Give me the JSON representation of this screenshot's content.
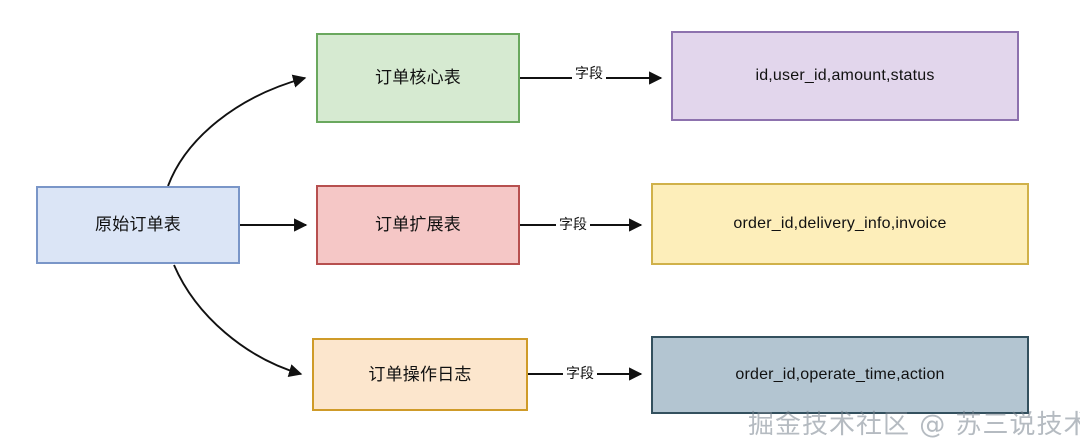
{
  "diagram": {
    "type": "flow-diagram",
    "background": "#ffffff",
    "nodes": [
      {
        "id": "source",
        "label": "原始订单表",
        "fill": "#dbe5f6",
        "border": "#7a96c8"
      },
      {
        "id": "core",
        "label": "订单核心表",
        "fill": "#d6ead1",
        "border": "#6aa85e"
      },
      {
        "id": "ext",
        "label": "订单扩展表",
        "fill": "#f5c7c6",
        "border": "#b7504f"
      },
      {
        "id": "log",
        "label": "订单操作日志",
        "fill": "#fce6cd",
        "border": "#cf9b29"
      },
      {
        "id": "core-fields",
        "label": "id,user_id,amount,status",
        "fill": "#e2d6ec",
        "border": "#8d72ae"
      },
      {
        "id": "ext-fields",
        "label": "order_id,delivery_info,invoice",
        "fill": "#fdeeba",
        "border": "#d0b14a"
      },
      {
        "id": "log-fields",
        "label": "order_id,operate_time,action",
        "fill": "#b3c5d1",
        "border": "#33505e"
      }
    ],
    "edges": [
      {
        "from": "source",
        "to": "core",
        "label": ""
      },
      {
        "from": "source",
        "to": "ext",
        "label": ""
      },
      {
        "from": "source",
        "to": "log",
        "label": ""
      },
      {
        "from": "core",
        "to": "core-fields",
        "label": "字段"
      },
      {
        "from": "ext",
        "to": "ext-fields",
        "label": "字段"
      },
      {
        "from": "log",
        "to": "log-fields",
        "label": "字段"
      }
    ],
    "edge_labels": {
      "core": "字段",
      "ext": "字段",
      "log": "字段"
    }
  },
  "watermark": {
    "text": "掘金技术社区 @ 苏三说技术"
  }
}
